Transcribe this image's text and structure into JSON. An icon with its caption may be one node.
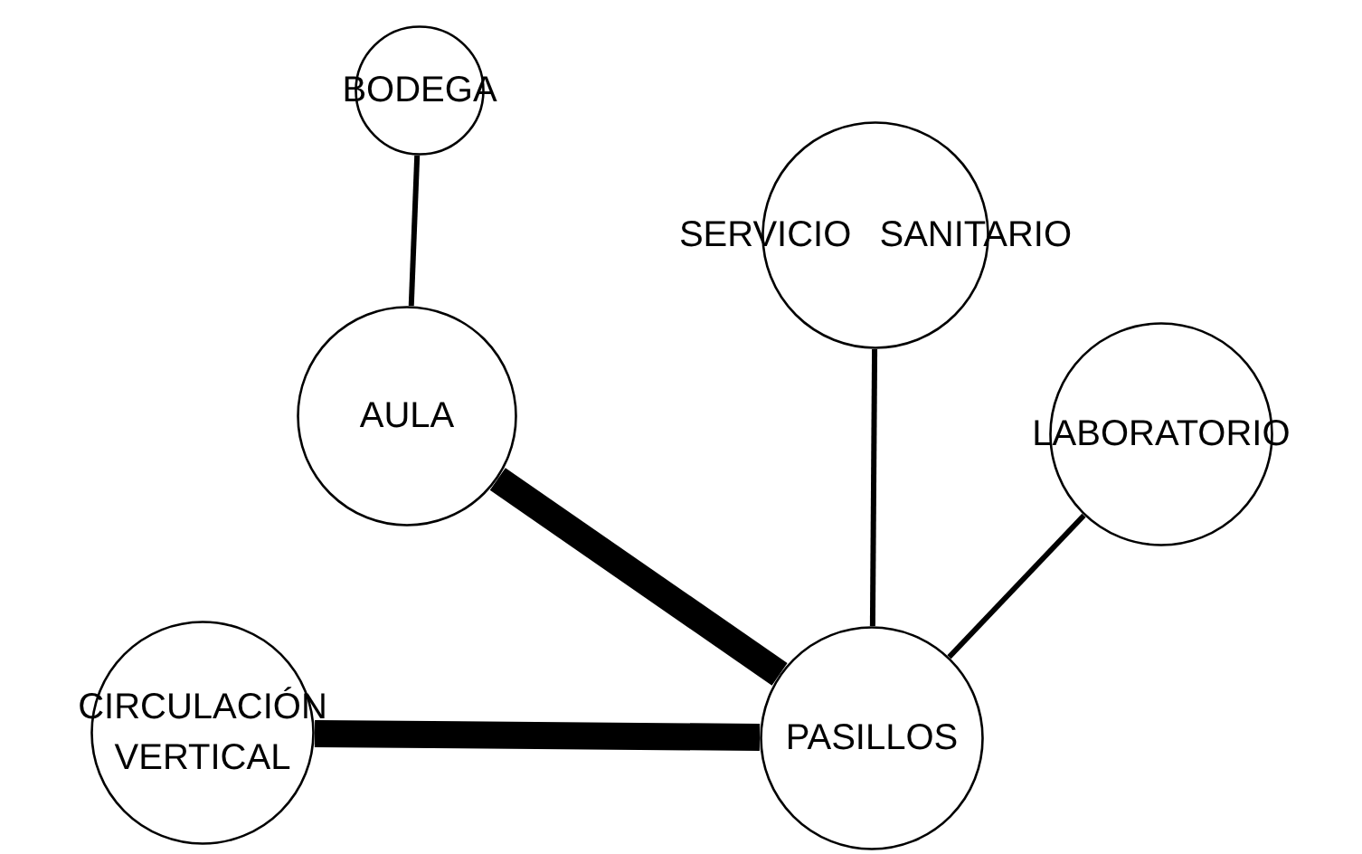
{
  "diagram": {
    "nodes": [
      {
        "text": [
          "BODEGA"
        ]
      },
      {
        "text": [
          "SERVICIO SANITARIO"
        ]
      },
      {
        "text": [
          "AULA"
        ]
      },
      {
        "text": [
          "LABORATORIO"
        ]
      },
      {
        "text": [
          "CIRCULACIÓN VERTICAL"
        ]
      },
      {
        "text": [
          "PASILLOS"
        ]
      }
    ],
    "edges": [
      {
        "from": 0,
        "to": 2,
        "arrow": "none"
      },
      {
        "from": 1,
        "to": 5,
        "arrow": "none"
      },
      {
        "from": 3,
        "to": 5,
        "arrow": "none"
      },
      {
        "from": 2,
        "to": 5,
        "arrow": "none",
        "style": "thick"
      },
      {
        "from": 4,
        "to": 5,
        "arrow": "none",
        "style": "thick"
      }
    ]
  }
}
